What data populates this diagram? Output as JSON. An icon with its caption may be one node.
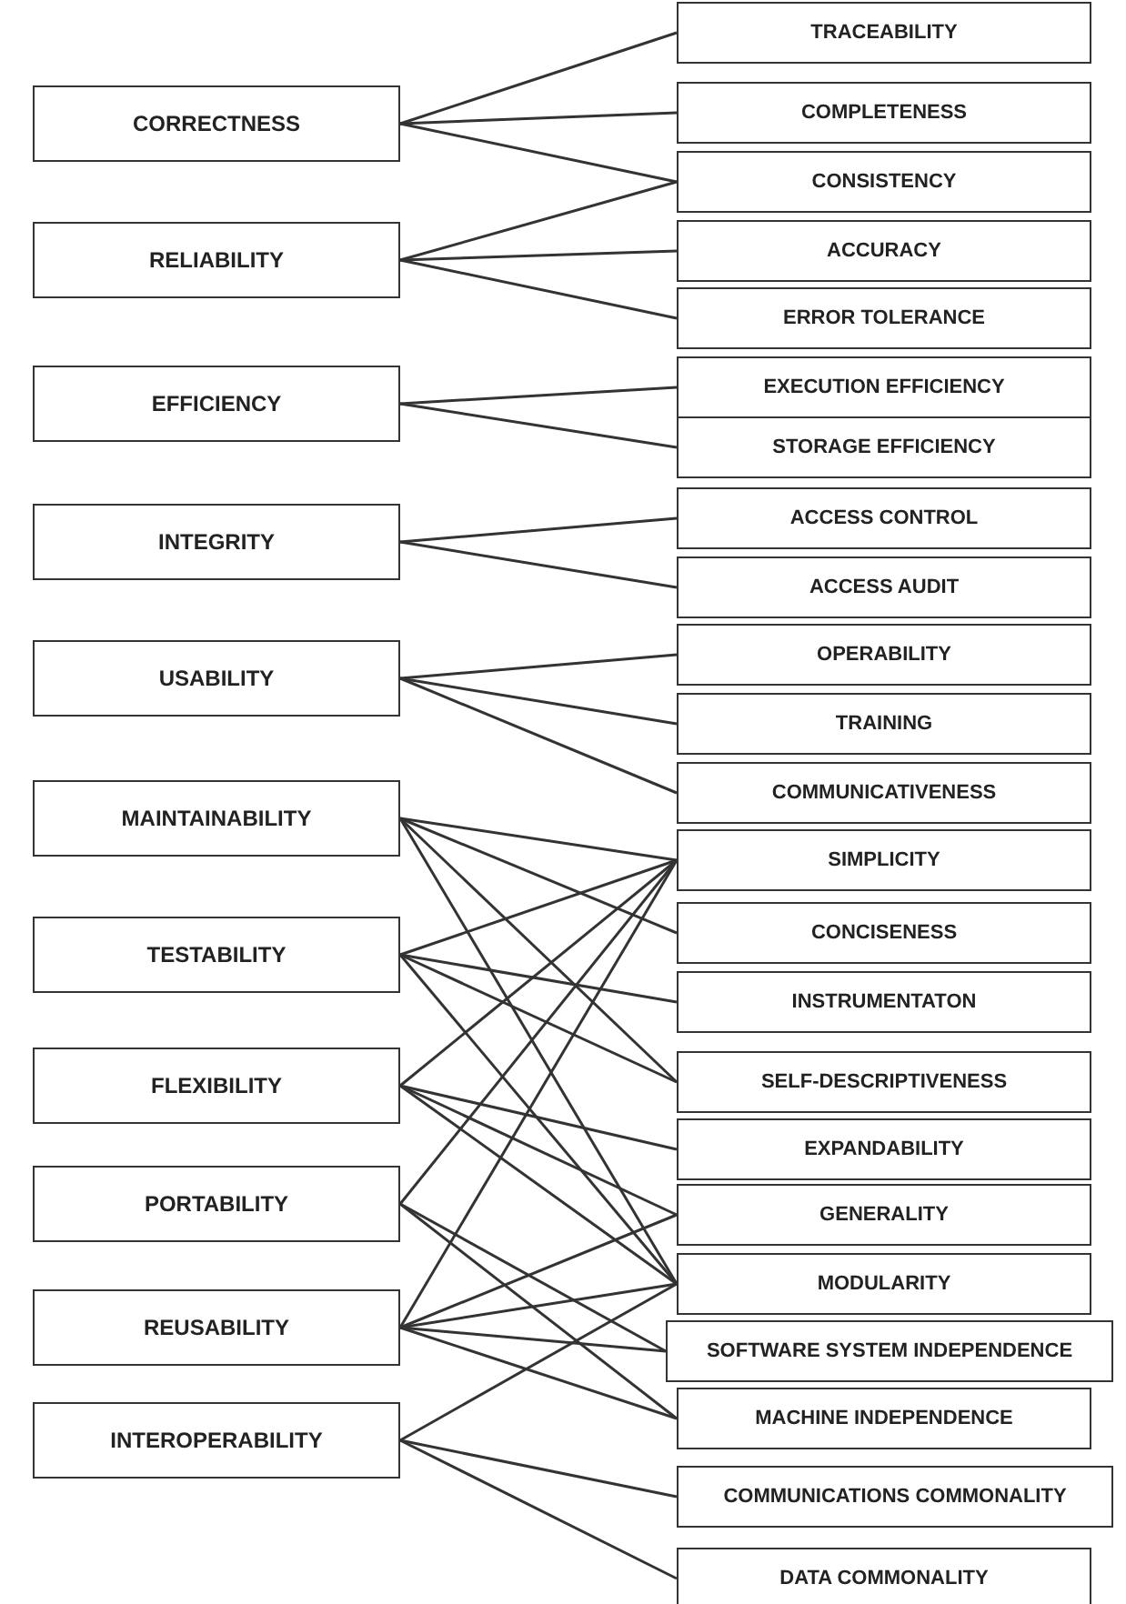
{
  "diagram": {
    "nodes": [
      {
        "text": [
          "CORRECTNESS"
        ]
      },
      {
        "text": [
          "RELIABILITY"
        ]
      },
      {
        "text": [
          "EFFICIENCY"
        ]
      },
      {
        "text": [
          "INTEGRITY"
        ]
      },
      {
        "text": [
          "USABILITY"
        ]
      },
      {
        "text": [
          "MAINTAINABILITY"
        ]
      },
      {
        "text": [
          "TESTABILITY"
        ]
      },
      {
        "text": [
          "FLEXIBILITY"
        ]
      },
      {
        "text": [
          "PORTABILITY"
        ]
      },
      {
        "text": [
          "REUSABILITY"
        ]
      },
      {
        "text": [
          "INTEROPERABILITY"
        ]
      },
      {
        "text": [
          "TRACEABILITY"
        ]
      },
      {
        "text": [
          "COMPLETENESS"
        ]
      },
      {
        "text": [
          "CONSISTENCY"
        ]
      },
      {
        "text": [
          "ACCURACY"
        ]
      },
      {
        "text": [
          "ERROR TOLERANCE"
        ]
      },
      {
        "text": [
          "EXECUTION EFFICIENCY"
        ]
      },
      {
        "text": [
          "STORAGE EFFICIENCY"
        ]
      },
      {
        "text": [
          "ACCESS CONTROL"
        ]
      },
      {
        "text": [
          "ACCESS AUDIT"
        ]
      },
      {
        "text": [
          "OPERABILITY"
        ]
      },
      {
        "text": [
          "TRAINING"
        ]
      },
      {
        "text": [
          "COMMUNICATIVENESS"
        ]
      },
      {
        "text": [
          "SIMPLICITY"
        ]
      },
      {
        "text": [
          "CONCISENESS"
        ]
      },
      {
        "text": [
          "INSTRUMENTATON"
        ]
      },
      {
        "text": [
          "SELF-DESCRIPTIVENESS"
        ]
      },
      {
        "text": [
          "EXPANDABILITY"
        ]
      },
      {
        "text": [
          "GENERALITY"
        ]
      },
      {
        "text": [
          "MODULARITY"
        ]
      },
      {
        "text": [
          "SOFTWARE SYSTEM INDEPENDENCE"
        ]
      },
      {
        "text": [
          "MACHINE INDEPENDENCE"
        ]
      },
      {
        "text": [
          "COMMUNICATIONS COMMONALITY"
        ]
      },
      {
        "text": [
          "DATA COMMONALITY"
        ]
      }
    ],
    "edges": [
      {
        "from": 0,
        "to": 11,
        "arrow": "none"
      },
      {
        "from": 0,
        "to": 12,
        "arrow": "none"
      },
      {
        "from": 0,
        "to": 13,
        "arrow": "none"
      },
      {
        "from": 1,
        "to": 13,
        "arrow": "none"
      },
      {
        "from": 1,
        "to": 14,
        "arrow": "none"
      },
      {
        "from": 1,
        "to": 15,
        "arrow": "none"
      },
      {
        "from": 2,
        "to": 16,
        "arrow": "none"
      },
      {
        "from": 2,
        "to": 17,
        "arrow": "none"
      },
      {
        "from": 3,
        "to": 18,
        "arrow": "none"
      },
      {
        "from": 3,
        "to": 19,
        "arrow": "none"
      },
      {
        "from": 4,
        "to": 20,
        "arrow": "none"
      },
      {
        "from": 4,
        "to": 21,
        "arrow": "none"
      },
      {
        "from": 4,
        "to": 22,
        "arrow": "none"
      },
      {
        "from": 5,
        "to": 23,
        "arrow": "none"
      },
      {
        "from": 5,
        "to": 24,
        "arrow": "none"
      },
      {
        "from": 5,
        "to": 26,
        "arrow": "none"
      },
      {
        "from": 5,
        "to": 29,
        "arrow": "none"
      },
      {
        "from": 6,
        "to": 23,
        "arrow": "none"
      },
      {
        "from": 6,
        "to": 25,
        "arrow": "none"
      },
      {
        "from": 6,
        "to": 26,
        "arrow": "none"
      },
      {
        "from": 6,
        "to": 29,
        "arrow": "none"
      },
      {
        "from": 7,
        "to": 23,
        "arrow": "none"
      },
      {
        "from": 7,
        "to": 27,
        "arrow": "none"
      },
      {
        "from": 7,
        "to": 28,
        "arrow": "none"
      },
      {
        "from": 7,
        "to": 29,
        "arrow": "none"
      },
      {
        "from": 8,
        "to": 23,
        "arrow": "none"
      },
      {
        "from": 8,
        "to": 30,
        "arrow": "none"
      },
      {
        "from": 8,
        "to": 31,
        "arrow": "none"
      },
      {
        "from": 9,
        "to": 23,
        "arrow": "none"
      },
      {
        "from": 9,
        "to": 28,
        "arrow": "none"
      },
      {
        "from": 9,
        "to": 29,
        "arrow": "none"
      },
      {
        "from": 9,
        "to": 30,
        "arrow": "none"
      },
      {
        "from": 9,
        "to": 31,
        "arrow": "none"
      },
      {
        "from": 10,
        "to": 29,
        "arrow": "none"
      },
      {
        "from": 10,
        "to": 32,
        "arrow": "none"
      },
      {
        "from": 10,
        "to": 33,
        "arrow": "none"
      }
    ]
  }
}
